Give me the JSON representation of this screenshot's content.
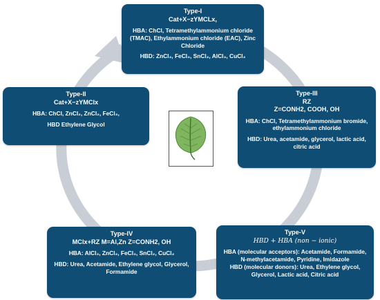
{
  "diagram": {
    "colors": {
      "box_fill": "#0f4d74",
      "box_text": "#ffffff",
      "ring": "#c9ced6",
      "leaf": "#7fb55e",
      "leaf_vein": "#3f6e2c"
    },
    "center_icon": "leaf-icon",
    "boxes": [
      {
        "id": "type-1",
        "title": "Type-I",
        "formula": "Cat+X−zYMCLx,",
        "hba": "HBA: ChCl, Tetramethylammonium chloride (TMAC), Ethylammonium chloride (EAC), Zinc Chloride",
        "hbd": "HBD: ZnCl₂, FeCl₃, SnCl₂, AlCl₃, CuCl₂"
      },
      {
        "id": "type-2",
        "title": "Type-II",
        "formula": "Cat+X−zYMClx",
        "hba": "HBA: ChCl, ZnCl₂, ZnCl₂, FeCl₃,",
        "hbd": "HBD Ethylene Glycol"
      },
      {
        "id": "type-3",
        "title": "Type-III",
        "formula": "RZ",
        "formula2": "Z=CONH2, COOH, OH",
        "hba": "HBA: ChCl,  Tetramethylammonium bromide, ethylammonium chloride",
        "hbd": "HBD: Urea, acetamide, glycerol, lactic acid, citric acid"
      },
      {
        "id": "type-4",
        "title": "Type-IV",
        "formula": "MClx+RZ M=Al,Zn Z=CONH2, OH",
        "hba": "HBA:  AlCl₃, ZnCl₂, FeCl₃, SnCl₂, CuCl₂",
        "hbd": "HBD: Urea, Acetamide, Ethylene glycol, Glycerol, Formamide"
      },
      {
        "id": "type-5",
        "title": "Type-V",
        "formula": "HBD + HBA (non − ionic)",
        "hba": "HBA (molecular acceptors): Acetamide, Formamide, N-methylacetamide, Pyridine, Imidazole",
        "hbd": "HBD (molecular donors): Urea, Ethylene glycol, Glycerol, Lactic acid, Citric acid"
      }
    ]
  }
}
